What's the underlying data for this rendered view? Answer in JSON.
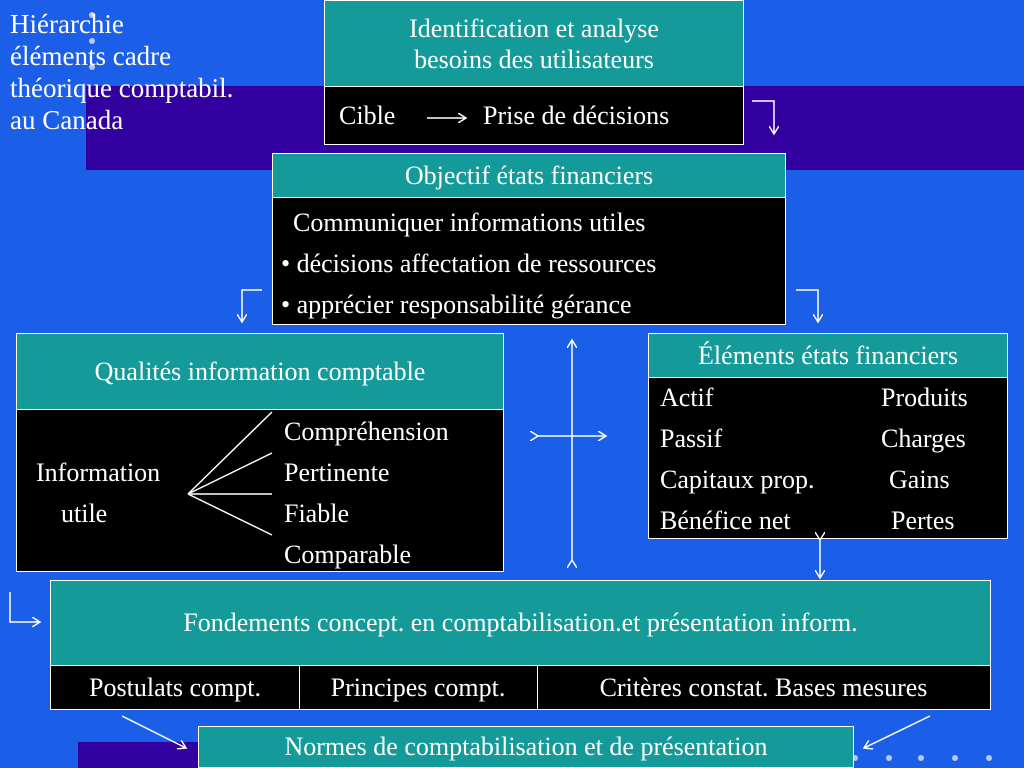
{
  "title": {
    "line1": "Hiérarchie",
    "line2": "éléments cadre",
    "line3": "théorique comptabil.",
    "line4": "au Canada"
  },
  "identification": {
    "line1": "Identification et analyse",
    "line2": "besoins des utilisateurs",
    "cible": "Cible",
    "decisions": "Prise de décisions"
  },
  "objectif": {
    "header": "Objectif états financiers",
    "line1": "Communiquer informations utiles",
    "bullet1": "• décisions affectation de ressources",
    "bullet2": "• apprécier responsabilité gérance"
  },
  "qualites": {
    "header": "Qualités information comptable",
    "info1": "Information",
    "info2": "utile",
    "items": [
      "Compréhension",
      "Pertinente",
      "Fiable",
      "Comparable"
    ]
  },
  "elements": {
    "header": "Éléments états financiers",
    "left": [
      "Actif",
      "Passif",
      "Capitaux prop.",
      "Bénéfice net"
    ],
    "right": [
      "Produits",
      "Charges",
      "Gains",
      "Pertes"
    ]
  },
  "fondements": {
    "header": "Fondements concept. en comptabilisation.et présentation inform.",
    "cells": [
      "Postulats compt.",
      "Principes compt.",
      "Critères constat. Bases mesures"
    ]
  },
  "normes": {
    "label": "Normes de comptabilisation et de présentation"
  },
  "colors": {
    "background": "#1b5ee8",
    "band": "#3300a0",
    "teal": "#159a9a",
    "black": "#000000"
  }
}
